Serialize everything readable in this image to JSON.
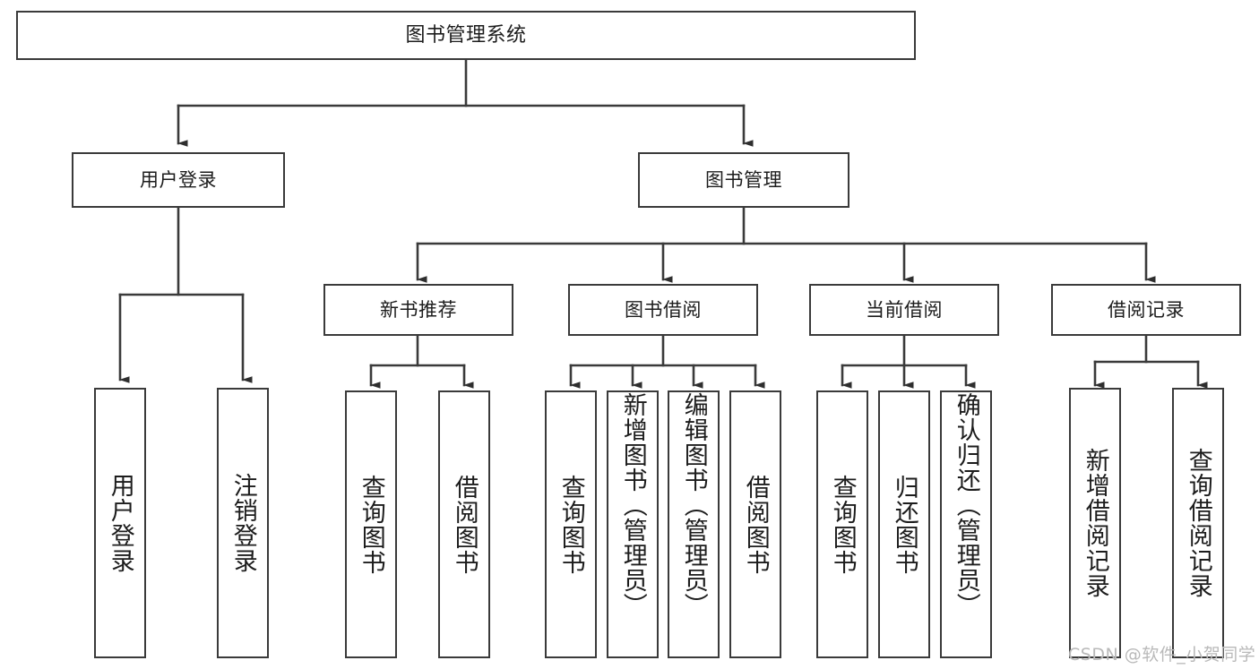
{
  "diagram": {
    "title": "图书管理系统",
    "type": "hierarchy-flowchart",
    "colors": {
      "box_border": "#3a3a3a",
      "box_fill": "#ffffff",
      "connector": "#3a3a3a",
      "text": "#1c1c1c",
      "watermark": "#b9b9b9"
    },
    "levels": {
      "root": {
        "label": "图书管理系统"
      },
      "level2": [
        {
          "label": "用户登录"
        },
        {
          "label": "图书管理"
        }
      ],
      "level3": [
        {
          "label": "新书推荐"
        },
        {
          "label": "图书借阅"
        },
        {
          "label": "当前借阅"
        },
        {
          "label": "借阅记录"
        }
      ],
      "leaves": {
        "user_login": [
          {
            "label": "用户登录"
          },
          {
            "label": "注销登录"
          }
        ],
        "new_book_recommend": [
          {
            "label": "查询图书"
          },
          {
            "label": "借阅图书"
          }
        ],
        "book_borrow": [
          {
            "label": "查询图书"
          },
          {
            "label": "新增图书（管理员）"
          },
          {
            "label": "编辑图书（管理员）"
          },
          {
            "label": "借阅图书"
          }
        ],
        "current_borrow": [
          {
            "label": "查询图书"
          },
          {
            "label": "归还图书"
          },
          {
            "label": "确认归还（管理员）"
          }
        ],
        "borrow_record": [
          {
            "label": "新增借阅记录"
          },
          {
            "label": "查询借阅记录"
          }
        ]
      }
    },
    "watermark": "CSDN @软件_小贺同学"
  }
}
